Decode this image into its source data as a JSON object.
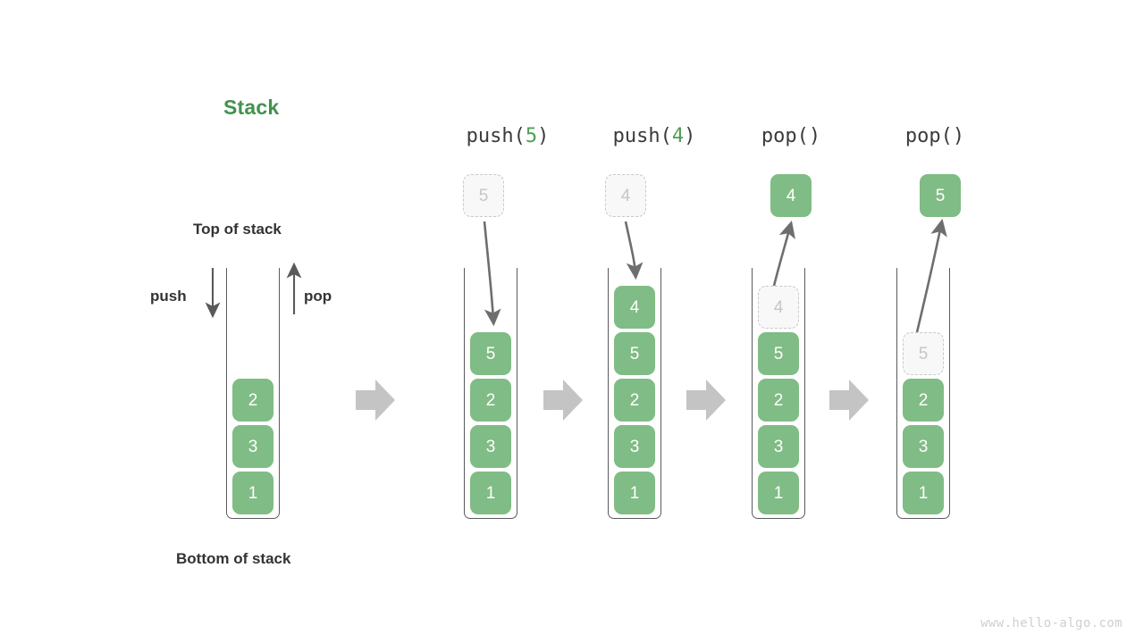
{
  "title": "Stack",
  "labels": {
    "top_of_stack": "Top of stack",
    "bottom_of_stack": "Bottom of stack",
    "push": "push",
    "pop": "pop"
  },
  "watermark": "www.hello-algo.com",
  "colors": {
    "accent_green": "#42924d",
    "cell_green": "#80bc85",
    "ghost_fill": "#f8f8f8",
    "ghost_border": "#c9c9c9",
    "ghost_text": "#c6c6c6",
    "text_dark": "#333333",
    "tube_stroke": "#5b5b5b",
    "transition_arrow": "#c4c4c4",
    "motion_arrow": "#6e6e6e"
  },
  "columns": [
    {
      "id": "initial",
      "op_label": null,
      "op_name": null,
      "op_arg": null,
      "stack": [
        "2",
        "3",
        "1"
      ],
      "floating": null,
      "ghost_in_stack": null
    },
    {
      "id": "push-5",
      "op_label": "push(5)",
      "op_name": "push",
      "op_arg": "5",
      "stack": [
        "5",
        "2",
        "3",
        "1"
      ],
      "floating": {
        "value": "5",
        "style": "ghost"
      },
      "ghost_in_stack": null
    },
    {
      "id": "push-4",
      "op_label": "push(4)",
      "op_name": "push",
      "op_arg": "4",
      "stack": [
        "4",
        "5",
        "2",
        "3",
        "1"
      ],
      "floating": {
        "value": "4",
        "style": "ghost"
      },
      "ghost_in_stack": null
    },
    {
      "id": "pop-1",
      "op_label": "pop()",
      "op_name": "pop",
      "op_arg": "",
      "stack": [
        "5",
        "2",
        "3",
        "1"
      ],
      "floating": {
        "value": "4",
        "style": "filled"
      },
      "ghost_in_stack": {
        "value": "4"
      }
    },
    {
      "id": "pop-2",
      "op_label": "pop()",
      "op_name": "pop",
      "op_arg": "",
      "stack": [
        "2",
        "3",
        "1"
      ],
      "floating": {
        "value": "5",
        "style": "filled"
      },
      "ghost_in_stack": {
        "value": "5"
      }
    }
  ],
  "cells": {
    "c0_0": "2",
    "c0_1": "3",
    "c0_2": "1",
    "c1_ghost": "5",
    "c1_0": "5",
    "c1_1": "2",
    "c1_2": "3",
    "c1_3": "1",
    "c2_ghost": "4",
    "c2_0": "4",
    "c2_1": "5",
    "c2_2": "2",
    "c2_3": "3",
    "c2_4": "1",
    "c3_float": "4",
    "c3_slot": "4",
    "c3_0": "5",
    "c3_1": "2",
    "c3_2": "3",
    "c3_3": "1",
    "c4_float": "5",
    "c4_slot": "5",
    "c4_0": "2",
    "c4_1": "3",
    "c4_2": "1"
  },
  "op_headers": {
    "h1_name": "push(",
    "h1_arg": "5",
    "h1_close": ")",
    "h2_name": "push(",
    "h2_arg": "4",
    "h2_close": ")",
    "h3_text": "pop()",
    "h4_text": "pop()"
  }
}
